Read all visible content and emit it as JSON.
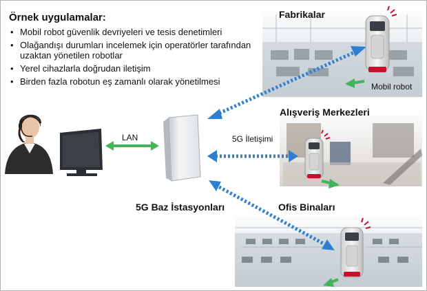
{
  "examples": {
    "title": "Örnek uygulamalar:",
    "items": [
      "Mobil robot güvenlik devriyeleri ve tesis denetimleri",
      "Olağandışı durumları incelemek için operatörler tarafından uzaktan yönetilen robotlar",
      "Yerel cihazlarla doğrudan iletişim",
      "Birden fazla robotun eş zamanlı olarak yönetilmesi"
    ]
  },
  "labels": {
    "lan": "LAN",
    "fiveg": "5G İletişimi",
    "base_station": "5G Baz İstasyonları",
    "mobile_robot": "Mobil robot"
  },
  "scenes": {
    "factory": "Fabrikalar",
    "mall": "Alışveriş Merkezleri",
    "office": "Ofis Binaları"
  },
  "colors": {
    "lan_arrow": "#44b35a",
    "wireless_arrow": "#2f7fd0",
    "robot_body": "#e8e8e8",
    "robot_accent": "#c8102e"
  }
}
